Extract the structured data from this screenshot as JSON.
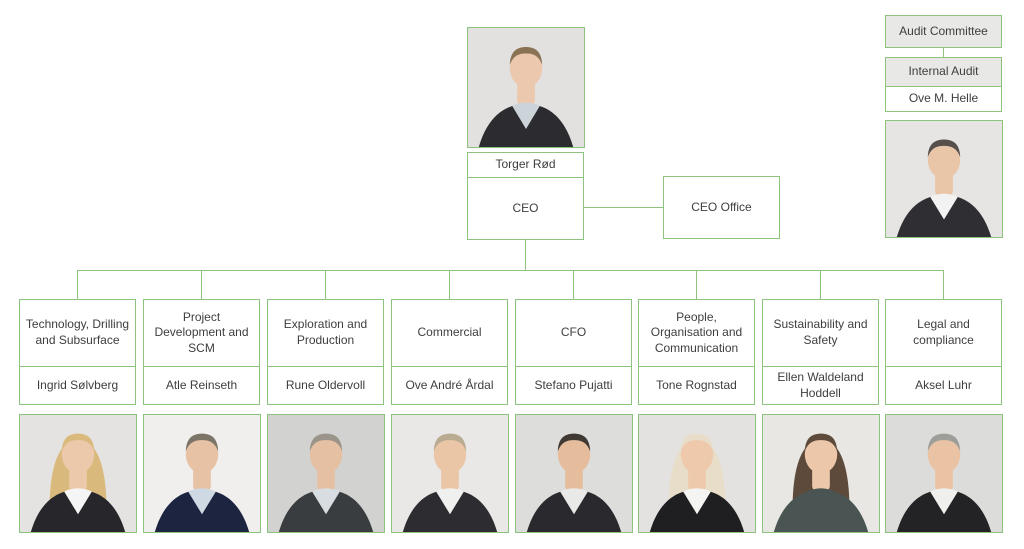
{
  "colors": {
    "border_green": "#8cc47e",
    "box_gray": "#e8e8e6",
    "text": "#3e3e3e",
    "background": "#ffffff"
  },
  "chart": {
    "ceo": {
      "name": "Torger Rød",
      "title": "CEO"
    },
    "ceo_office": "CEO Office",
    "audit": {
      "committee": "Audit Committee",
      "internal": "Internal Audit",
      "person": "Ove M. Helle"
    },
    "departments": [
      {
        "title": "Technology, Drilling and Subsurface",
        "name": "Ingrid Sølvberg"
      },
      {
        "title": "Project Development and SCM",
        "name": "Atle Reinseth"
      },
      {
        "title": "Exploration and Production",
        "name": "Rune Oldervoll"
      },
      {
        "title": "Commercial",
        "name": "Ove André Årdal"
      },
      {
        "title": "CFO",
        "name": "Stefano Pujatti"
      },
      {
        "title": "People, Organisation and Communication",
        "name": "Tone Rognstad"
      },
      {
        "title": "Sustainability and Safety",
        "name": "Ellen Waldeland Hoddell"
      },
      {
        "title": "Legal and compliance",
        "name": "Aksel Luhr"
      }
    ]
  },
  "photos": {
    "ceo": {
      "person": "Torger Rød",
      "bg": "#e2e1df",
      "hair": "#8a7355",
      "skin": "#ecc9ae",
      "suit": "#2b2b30",
      "shirt": "#ccd3d9",
      "style": "short"
    },
    "audit_person": {
      "person": "Ove M. Helle",
      "bg": "#e6e5e3",
      "hair": "#55504c",
      "skin": "#eac6a8",
      "suit": "#2e2e33",
      "shirt": "#f2f2f2",
      "style": "short"
    },
    "departments": [
      {
        "person": "Ingrid Sølvberg",
        "bg": "#e4e3e1",
        "hair": "#d9b97c",
        "skin": "#edc9ab",
        "suit": "#27272b",
        "shirt": "#f5f5f5",
        "style": "long"
      },
      {
        "person": "Atle Reinseth",
        "bg": "#f0efed",
        "hair": "#7d7468",
        "skin": "#e8c2a4",
        "suit": "#1d2440",
        "shirt": "#cfd9e4",
        "style": "short"
      },
      {
        "person": "Rune Oldervoll",
        "bg": "#d2d2d0",
        "hair": "#9a948a",
        "skin": "#e6c0a2",
        "suit": "#3a3d3f",
        "shirt": "#d8dde2",
        "style": "short"
      },
      {
        "person": "Ove André Årdal",
        "bg": "#e9e8e6",
        "hair": "#b9ab91",
        "skin": "#eac6a6",
        "suit": "#2c2c31",
        "shirt": "#f0f0ee",
        "style": "short"
      },
      {
        "person": "Stefano Pujatti",
        "bg": "#dddddb",
        "hair": "#3f3833",
        "skin": "#e5bd9d",
        "suit": "#2a2a2e",
        "shirt": "#e9e9e7",
        "style": "short"
      },
      {
        "person": "Tone Rognstad",
        "bg": "#e3e2e0",
        "hair": "#e8ddc8",
        "skin": "#eec9ac",
        "suit": "#1f1f22",
        "shirt": "#f4f4f2",
        "style": "long"
      },
      {
        "person": "Ellen Waldeland Hoddell",
        "bg": "#e8e7e3",
        "hair": "#5d4a3a",
        "skin": "#ecc7a9",
        "suit": "#4a5553",
        "shirt": "#4a5553",
        "style": "long"
      },
      {
        "person": "Aksel Luhr",
        "bg": "#dcdcda",
        "hair": "#9d9d99",
        "skin": "#e9c3a3",
        "suit": "#232326",
        "shirt": "#efefed",
        "style": "short"
      }
    ]
  }
}
